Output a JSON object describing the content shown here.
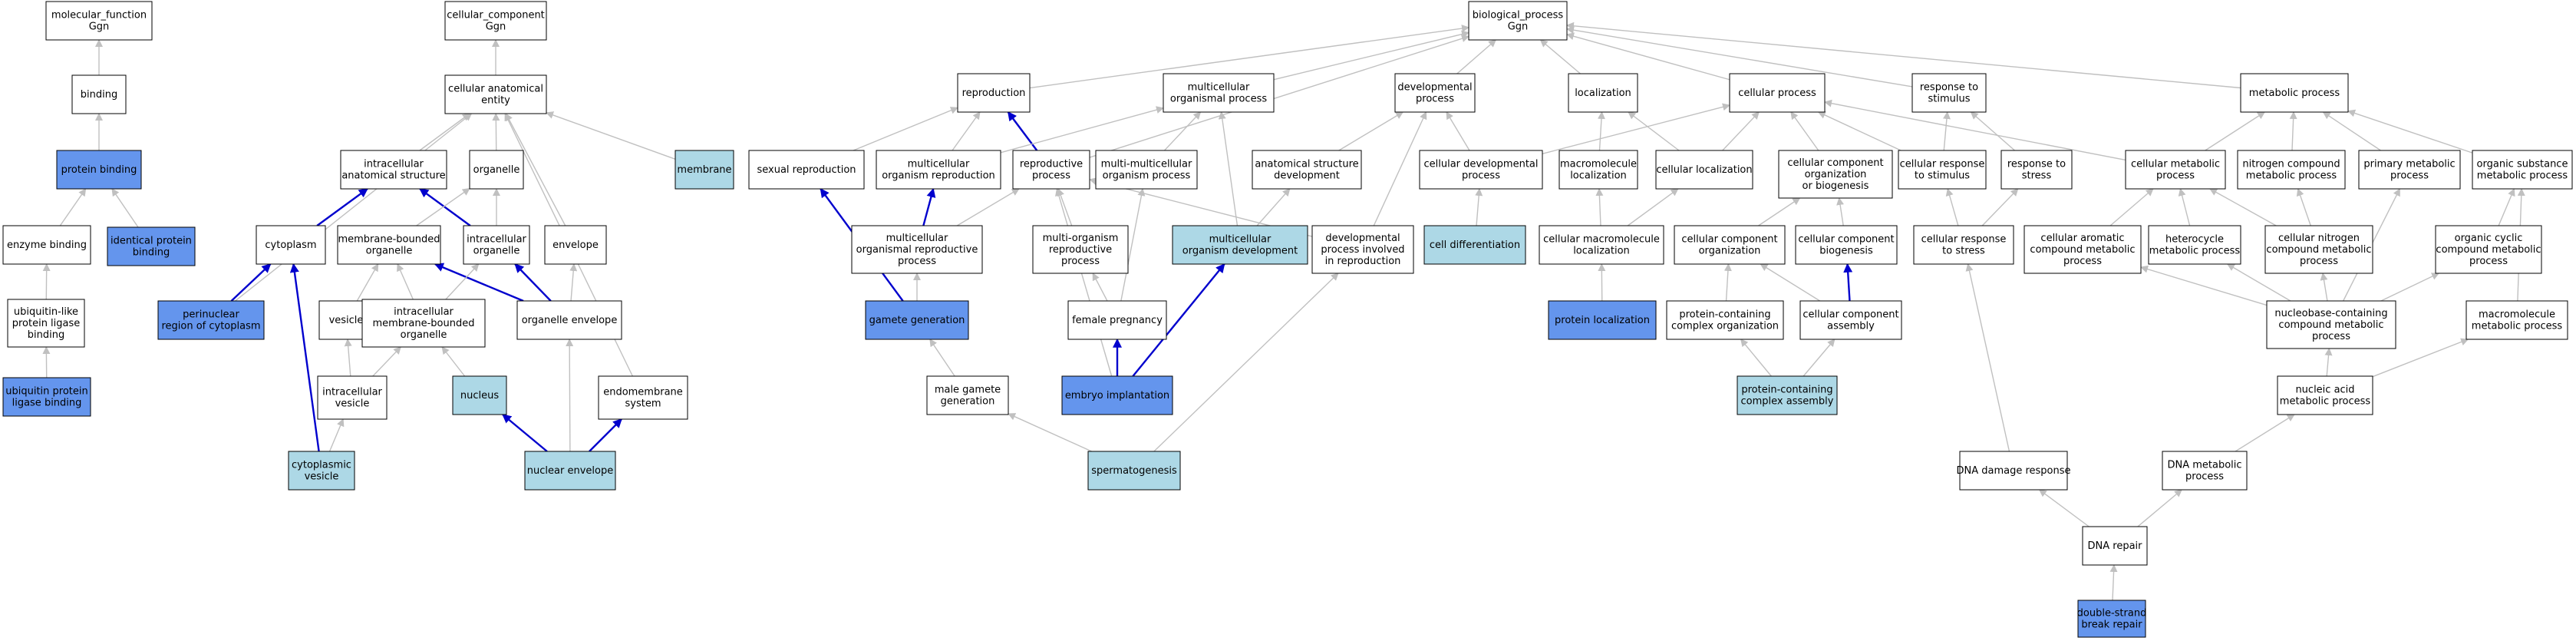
{
  "colors": {
    "default_fill": "#ffffff",
    "highlight_fill": "#6495ed",
    "light_fill": "#add8e6",
    "grey_edge": "#c0c0c0",
    "blue_edge": "#0000cd",
    "border": "#000000"
  },
  "nodes": [
    {
      "id": "mf",
      "lines": [
        "molecular_function",
        "Ggn"
      ],
      "style": "default"
    },
    {
      "id": "binding",
      "lines": [
        "binding"
      ],
      "style": "default"
    },
    {
      "id": "protbind",
      "lines": [
        "protein binding"
      ],
      "style": "highlight"
    },
    {
      "id": "enzbind",
      "lines": [
        "enzyme binding"
      ],
      "style": "default"
    },
    {
      "id": "identbind",
      "lines": [
        "identical protein",
        "binding"
      ],
      "style": "highlight"
    },
    {
      "id": "ubllig",
      "lines": [
        "ubiquitin-like",
        "protein ligase",
        "binding"
      ],
      "style": "default"
    },
    {
      "id": "ubilig",
      "lines": [
        "ubiquitin protein",
        "ligase binding"
      ],
      "style": "highlight"
    },
    {
      "id": "cc",
      "lines": [
        "cellular_component",
        "Ggn"
      ],
      "style": "default"
    },
    {
      "id": "cae",
      "lines": [
        "cellular anatomical",
        "entity"
      ],
      "style": "default"
    },
    {
      "id": "membrane",
      "lines": [
        "membrane"
      ],
      "style": "light"
    },
    {
      "id": "ias",
      "lines": [
        "intracellular",
        "anatomical structure"
      ],
      "style": "default"
    },
    {
      "id": "organelle",
      "lines": [
        "organelle"
      ],
      "style": "default"
    },
    {
      "id": "cytoplasm",
      "lines": [
        "cytoplasm"
      ],
      "style": "default"
    },
    {
      "id": "mbo",
      "lines": [
        "membrane-bounded",
        "organelle"
      ],
      "style": "default"
    },
    {
      "id": "io",
      "lines": [
        "intracellular",
        "organelle"
      ],
      "style": "default"
    },
    {
      "id": "envelope",
      "lines": [
        "envelope"
      ],
      "style": "default"
    },
    {
      "id": "perinuc",
      "lines": [
        "perinuclear",
        "region of cytoplasm"
      ],
      "style": "highlight"
    },
    {
      "id": "vesicle",
      "lines": [
        "vesicle"
      ],
      "style": "default"
    },
    {
      "id": "imbo",
      "lines": [
        "intracellular",
        "membrane-bounded",
        "organelle"
      ],
      "style": "default"
    },
    {
      "id": "orgenv",
      "lines": [
        "organelle envelope"
      ],
      "style": "default"
    },
    {
      "id": "iv",
      "lines": [
        "intracellular",
        "vesicle"
      ],
      "style": "default"
    },
    {
      "id": "nucleus",
      "lines": [
        "nucleus"
      ],
      "style": "light"
    },
    {
      "id": "endomem",
      "lines": [
        "endomembrane",
        "system"
      ],
      "style": "default"
    },
    {
      "id": "cytves",
      "lines": [
        "cytoplasmic",
        "vesicle"
      ],
      "style": "light"
    },
    {
      "id": "nucenv",
      "lines": [
        "nuclear envelope"
      ],
      "style": "light"
    },
    {
      "id": "bp",
      "lines": [
        "biological_process",
        "Ggn"
      ],
      "style": "default"
    },
    {
      "id": "repro",
      "lines": [
        "reproduction"
      ],
      "style": "default"
    },
    {
      "id": "mop",
      "lines": [
        "multicellular",
        "organismal process"
      ],
      "style": "default"
    },
    {
      "id": "devp",
      "lines": [
        "developmental",
        "process"
      ],
      "style": "default"
    },
    {
      "id": "loc",
      "lines": [
        "localization"
      ],
      "style": "default"
    },
    {
      "id": "cellp",
      "lines": [
        "cellular process"
      ],
      "style": "default"
    },
    {
      "id": "rts",
      "lines": [
        "response to",
        "stimulus"
      ],
      "style": "default"
    },
    {
      "id": "metp",
      "lines": [
        "metabolic process"
      ],
      "style": "default"
    },
    {
      "id": "sexrep",
      "lines": [
        "sexual reproduction"
      ],
      "style": "default"
    },
    {
      "id": "mor",
      "lines": [
        "multicellular",
        "organism reproduction"
      ],
      "style": "default"
    },
    {
      "id": "reprop",
      "lines": [
        "reproductive",
        "process"
      ],
      "style": "default"
    },
    {
      "id": "mmop",
      "lines": [
        "multi-multicellular",
        "organism process"
      ],
      "style": "default"
    },
    {
      "id": "asd",
      "lines": [
        "anatomical structure",
        "development"
      ],
      "style": "default"
    },
    {
      "id": "celldevp",
      "lines": [
        "cellular developmental",
        "process"
      ],
      "style": "default"
    },
    {
      "id": "macloc",
      "lines": [
        "macromolecule",
        "localization"
      ],
      "style": "default"
    },
    {
      "id": "cellloc",
      "lines": [
        "cellular localization"
      ],
      "style": "default"
    },
    {
      "id": "ccob",
      "lines": [
        "cellular component",
        "organization",
        "or biogenesis"
      ],
      "style": "default"
    },
    {
      "id": "crs",
      "lines": [
        "cellular response",
        "to stimulus"
      ],
      "style": "default"
    },
    {
      "id": "rtstress",
      "lines": [
        "response to",
        "stress"
      ],
      "style": "default"
    },
    {
      "id": "cmp",
      "lines": [
        "cellular metabolic",
        "process"
      ],
      "style": "default"
    },
    {
      "id": "ncmp",
      "lines": [
        "nitrogen compound",
        "metabolic process"
      ],
      "style": "default"
    },
    {
      "id": "pmp",
      "lines": [
        "primary metabolic",
        "process"
      ],
      "style": "default"
    },
    {
      "id": "osmp",
      "lines": [
        "organic substance",
        "metabolic process"
      ],
      "style": "default"
    },
    {
      "id": "morp",
      "lines": [
        "multicellular",
        "organismal reproductive",
        "process"
      ],
      "style": "default"
    },
    {
      "id": "morgrp",
      "lines": [
        "multi-organism",
        "reproductive",
        "process"
      ],
      "style": "default"
    },
    {
      "id": "mod",
      "lines": [
        "multicellular",
        "organism development"
      ],
      "style": "light"
    },
    {
      "id": "dpir",
      "lines": [
        "developmental",
        "process involved",
        "in reproduction"
      ],
      "style": "default"
    },
    {
      "id": "celldiff",
      "lines": [
        "cell differentiation"
      ],
      "style": "light"
    },
    {
      "id": "cml",
      "lines": [
        "cellular macromolecule",
        "localization"
      ],
      "style": "default"
    },
    {
      "id": "cco",
      "lines": [
        "cellular component",
        "organization"
      ],
      "style": "default"
    },
    {
      "id": "ccb",
      "lines": [
        "cellular component",
        "biogenesis"
      ],
      "style": "default"
    },
    {
      "id": "crstress",
      "lines": [
        "cellular response",
        "to stress"
      ],
      "style": "default"
    },
    {
      "id": "cacmp",
      "lines": [
        "cellular aromatic",
        "compound metabolic",
        "process"
      ],
      "style": "default"
    },
    {
      "id": "hmp",
      "lines": [
        "heterocycle",
        "metabolic process"
      ],
      "style": "default"
    },
    {
      "id": "cncmp",
      "lines": [
        "cellular nitrogen",
        "compound metabolic",
        "process"
      ],
      "style": "default"
    },
    {
      "id": "occmp",
      "lines": [
        "organic cyclic",
        "compound metabolic",
        "process"
      ],
      "style": "default"
    },
    {
      "id": "gamgen",
      "lines": [
        "gamete generation"
      ],
      "style": "highlight"
    },
    {
      "id": "fpreg",
      "lines": [
        "female pregnancy"
      ],
      "style": "default"
    },
    {
      "id": "protloc",
      "lines": [
        "protein localization"
      ],
      "style": "highlight"
    },
    {
      "id": "pcco",
      "lines": [
        "protein-containing",
        "complex organization"
      ],
      "style": "default"
    },
    {
      "id": "ccassem",
      "lines": [
        "cellular component",
        "assembly"
      ],
      "style": "default"
    },
    {
      "id": "nccmp",
      "lines": [
        "nucleobase-containing",
        "compound metabolic",
        "process"
      ],
      "style": "default"
    },
    {
      "id": "mmp",
      "lines": [
        "macromolecule",
        "metabolic process"
      ],
      "style": "default"
    },
    {
      "id": "mgg",
      "lines": [
        "male gamete",
        "generation"
      ],
      "style": "default"
    },
    {
      "id": "embimp",
      "lines": [
        "embryo implantation"
      ],
      "style": "highlight"
    },
    {
      "id": "pcca",
      "lines": [
        "protein-containing",
        "complex assembly"
      ],
      "style": "light"
    },
    {
      "id": "namp",
      "lines": [
        "nucleic acid",
        "metabolic process"
      ],
      "style": "default"
    },
    {
      "id": "spermato",
      "lines": [
        "spermatogenesis"
      ],
      "style": "light"
    },
    {
      "id": "dnadr",
      "lines": [
        "DNA damage response"
      ],
      "style": "default"
    },
    {
      "id": "dnamp",
      "lines": [
        "DNA metabolic",
        "process"
      ],
      "style": "default"
    },
    {
      "id": "dnarep",
      "lines": [
        "DNA repair"
      ],
      "style": "default"
    },
    {
      "id": "dsbr",
      "lines": [
        "double-strand",
        "break repair"
      ],
      "style": "highlight"
    }
  ],
  "edges": [
    {
      "from": "binding",
      "to": "mf",
      "color": "grey"
    },
    {
      "from": "protbind",
      "to": "binding",
      "color": "grey"
    },
    {
      "from": "enzbind",
      "to": "protbind",
      "color": "grey"
    },
    {
      "from": "identbind",
      "to": "protbind",
      "color": "grey"
    },
    {
      "from": "ubllig",
      "to": "enzbind",
      "color": "grey"
    },
    {
      "from": "ubilig",
      "to": "ubllig",
      "color": "grey"
    },
    {
      "from": "cae",
      "to": "cc",
      "color": "grey"
    },
    {
      "from": "membrane",
      "to": "cae",
      "color": "grey"
    },
    {
      "from": "ias",
      "to": "cae",
      "color": "grey"
    },
    {
      "from": "organelle",
      "to": "cae",
      "color": "grey"
    },
    {
      "from": "envelope",
      "to": "cae",
      "color": "grey"
    },
    {
      "from": "endomem",
      "to": "cae",
      "color": "grey"
    },
    {
      "from": "perinuc",
      "to": "cae",
      "color": "grey"
    },
    {
      "from": "cytoplasm",
      "to": "ias",
      "color": "blue"
    },
    {
      "from": "io",
      "to": "ias",
      "color": "blue"
    },
    {
      "from": "io",
      "to": "organelle",
      "color": "grey"
    },
    {
      "from": "mbo",
      "to": "organelle",
      "color": "grey"
    },
    {
      "from": "perinuc",
      "to": "cytoplasm",
      "color": "blue"
    },
    {
      "from": "cytves",
      "to": "cytoplasm",
      "color": "blue"
    },
    {
      "from": "vesicle",
      "to": "mbo",
      "color": "grey"
    },
    {
      "from": "imbo",
      "to": "mbo",
      "color": "grey"
    },
    {
      "from": "orgenv",
      "to": "mbo",
      "color": "blue"
    },
    {
      "from": "imbo",
      "to": "io",
      "color": "grey"
    },
    {
      "from": "orgenv",
      "to": "io",
      "color": "blue"
    },
    {
      "from": "orgenv",
      "to": "envelope",
      "color": "grey"
    },
    {
      "from": "iv",
      "to": "vesicle",
      "color": "grey"
    },
    {
      "from": "iv",
      "to": "imbo",
      "color": "grey"
    },
    {
      "from": "nucleus",
      "to": "imbo",
      "color": "grey"
    },
    {
      "from": "cytves",
      "to": "iv",
      "color": "grey"
    },
    {
      "from": "nucenv",
      "to": "nucleus",
      "color": "blue"
    },
    {
      "from": "nucenv",
      "to": "orgenv",
      "color": "grey"
    },
    {
      "from": "nucenv",
      "to": "endomem",
      "color": "blue"
    },
    {
      "from": "repro",
      "to": "bp",
      "color": "grey"
    },
    {
      "from": "mop",
      "to": "bp",
      "color": "grey"
    },
    {
      "from": "devp",
      "to": "bp",
      "color": "grey"
    },
    {
      "from": "loc",
      "to": "bp",
      "color": "grey"
    },
    {
      "from": "cellp",
      "to": "bp",
      "color": "grey"
    },
    {
      "from": "rts",
      "to": "bp",
      "color": "grey"
    },
    {
      "from": "metp",
      "to": "bp",
      "color": "grey"
    },
    {
      "from": "reprop",
      "to": "bp",
      "color": "grey"
    },
    {
      "from": "sexrep",
      "to": "repro",
      "color": "grey"
    },
    {
      "from": "mor",
      "to": "repro",
      "color": "grey"
    },
    {
      "from": "reprop",
      "to": "repro",
      "color": "blue"
    },
    {
      "from": "mor",
      "to": "mop",
      "color": "grey"
    },
    {
      "from": "mmop",
      "to": "mop",
      "color": "grey"
    },
    {
      "from": "mod",
      "to": "mop",
      "color": "grey"
    },
    {
      "from": "asd",
      "to": "devp",
      "color": "grey"
    },
    {
      "from": "celldevp",
      "to": "devp",
      "color": "grey"
    },
    {
      "from": "dpir",
      "to": "devp",
      "color": "grey"
    },
    {
      "from": "macloc",
      "to": "loc",
      "color": "grey"
    },
    {
      "from": "cellloc",
      "to": "loc",
      "color": "grey"
    },
    {
      "from": "celldevp",
      "to": "cellp",
      "color": "grey"
    },
    {
      "from": "cellloc",
      "to": "cellp",
      "color": "grey"
    },
    {
      "from": "ccob",
      "to": "cellp",
      "color": "grey"
    },
    {
      "from": "crs",
      "to": "cellp",
      "color": "grey"
    },
    {
      "from": "cmp",
      "to": "cellp",
      "color": "grey"
    },
    {
      "from": "crs",
      "to": "rts",
      "color": "grey"
    },
    {
      "from": "rtstress",
      "to": "rts",
      "color": "grey"
    },
    {
      "from": "cmp",
      "to": "metp",
      "color": "grey"
    },
    {
      "from": "ncmp",
      "to": "metp",
      "color": "grey"
    },
    {
      "from": "pmp",
      "to": "metp",
      "color": "grey"
    },
    {
      "from": "osmp",
      "to": "metp",
      "color": "grey"
    },
    {
      "from": "gamgen",
      "to": "sexrep",
      "color": "blue"
    },
    {
      "from": "morp",
      "to": "mor",
      "color": "blue"
    },
    {
      "from": "morp",
      "to": "reprop",
      "color": "grey"
    },
    {
      "from": "morgrp",
      "to": "reprop",
      "color": "grey"
    },
    {
      "from": "dpir",
      "to": "reprop",
      "color": "grey"
    },
    {
      "from": "embimp",
      "to": "reprop",
      "color": "grey"
    },
    {
      "from": "fpreg",
      "to": "mmop",
      "color": "grey"
    },
    {
      "from": "mod",
      "to": "asd",
      "color": "grey"
    },
    {
      "from": "celldiff",
      "to": "celldevp",
      "color": "grey"
    },
    {
      "from": "cml",
      "to": "macloc",
      "color": "grey"
    },
    {
      "from": "cml",
      "to": "cellloc",
      "color": "grey"
    },
    {
      "from": "cco",
      "to": "ccob",
      "color": "grey"
    },
    {
      "from": "ccb",
      "to": "ccob",
      "color": "grey"
    },
    {
      "from": "crstress",
      "to": "crs",
      "color": "grey"
    },
    {
      "from": "crstress",
      "to": "rtstress",
      "color": "grey"
    },
    {
      "from": "cacmp",
      "to": "cmp",
      "color": "grey"
    },
    {
      "from": "hmp",
      "to": "cmp",
      "color": "grey"
    },
    {
      "from": "cncmp",
      "to": "cmp",
      "color": "grey"
    },
    {
      "from": "cncmp",
      "to": "ncmp",
      "color": "grey"
    },
    {
      "from": "occmp",
      "to": "osmp",
      "color": "grey"
    },
    {
      "from": "mmp",
      "to": "osmp",
      "color": "grey"
    },
    {
      "from": "nccmp",
      "to": "pmp",
      "color": "grey"
    },
    {
      "from": "gamgen",
      "to": "morp",
      "color": "grey"
    },
    {
      "from": "fpreg",
      "to": "morgrp",
      "color": "grey"
    },
    {
      "from": "spermato",
      "to": "dpir",
      "color": "grey"
    },
    {
      "from": "protloc",
      "to": "cml",
      "color": "grey"
    },
    {
      "from": "pcco",
      "to": "cco",
      "color": "grey"
    },
    {
      "from": "ccassem",
      "to": "cco",
      "color": "grey"
    },
    {
      "from": "ccassem",
      "to": "ccb",
      "color": "blue"
    },
    {
      "from": "dnadr",
      "to": "crstress",
      "color": "grey"
    },
    {
      "from": "nccmp",
      "to": "cacmp",
      "color": "grey"
    },
    {
      "from": "nccmp",
      "to": "hmp",
      "color": "grey"
    },
    {
      "from": "nccmp",
      "to": "cncmp",
      "color": "grey"
    },
    {
      "from": "nccmp",
      "to": "occmp",
      "color": "grey"
    },
    {
      "from": "mgg",
      "to": "gamgen",
      "color": "grey"
    },
    {
      "from": "embimp",
      "to": "fpreg",
      "color": "blue"
    },
    {
      "from": "embimp",
      "to": "mod",
      "color": "blue"
    },
    {
      "from": "pcca",
      "to": "pcco",
      "color": "grey"
    },
    {
      "from": "pcca",
      "to": "ccassem",
      "color": "grey"
    },
    {
      "from": "namp",
      "to": "nccmp",
      "color": "grey"
    },
    {
      "from": "namp",
      "to": "mmp",
      "color": "grey"
    },
    {
      "from": "spermato",
      "to": "mgg",
      "color": "grey"
    },
    {
      "from": "dnamp",
      "to": "namp",
      "color": "grey"
    },
    {
      "from": "dnarep",
      "to": "dnadr",
      "color": "grey"
    },
    {
      "from": "dnarep",
      "to": "dnamp",
      "color": "grey"
    },
    {
      "from": "dsbr",
      "to": "dnarep",
      "color": "grey"
    }
  ]
}
